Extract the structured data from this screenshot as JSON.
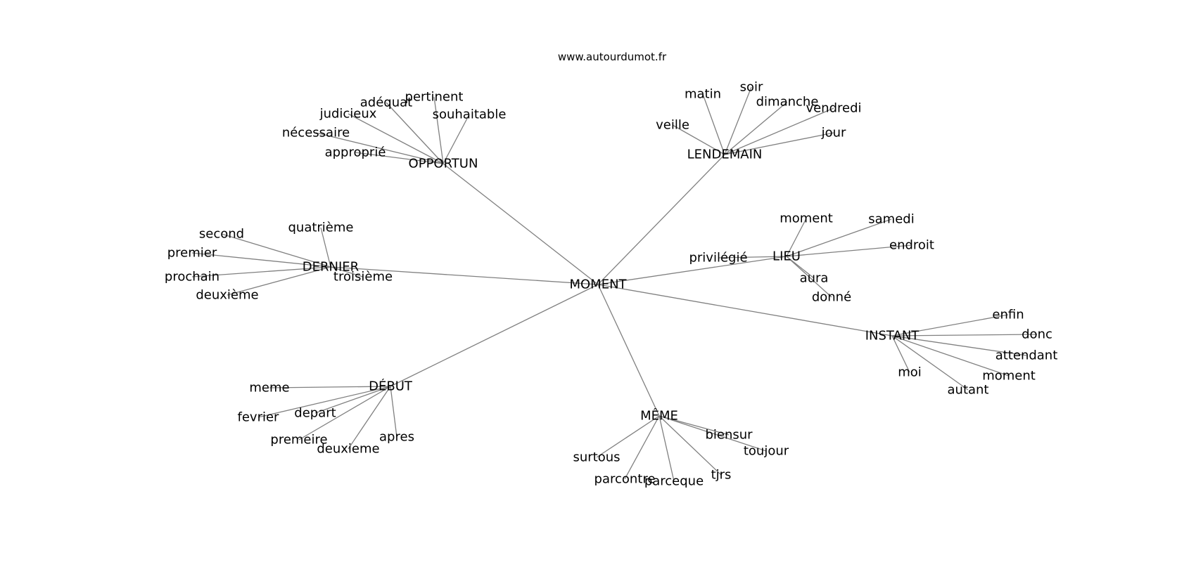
{
  "site": "www.autourdumot.fr",
  "colors": {
    "edge": "#808080",
    "text": "#000000",
    "background": "#ffffff"
  },
  "graph": {
    "center": "MOMENT",
    "clusters": [
      {
        "hub": "OPPORTUN",
        "leaves": [
          "pertinent",
          "adéquat",
          "souhaitable",
          "judicieux",
          "nécessaire",
          "approprié"
        ]
      },
      {
        "hub": "LENDEMAIN",
        "leaves": [
          "matin",
          "soir",
          "dimanche",
          "vendredi",
          "veille",
          "jour"
        ]
      },
      {
        "hub": "DERNIER",
        "leaves": [
          "second",
          "quatrième",
          "premier",
          "prochain",
          "deuxième",
          "troisième"
        ]
      },
      {
        "hub": "LIEU",
        "leaves": [
          "moment",
          "samedi",
          "endroit",
          "privilégié",
          "aura",
          "donné"
        ]
      },
      {
        "hub": "INSTANT",
        "leaves": [
          "enfin",
          "donc",
          "attendant",
          "moment",
          "moi",
          "autant"
        ]
      },
      {
        "hub": "DÉBUT",
        "leaves": [
          "meme",
          "depart",
          "fevrier",
          "premeire",
          "deuxieme",
          "apres"
        ]
      },
      {
        "hub": "MÊME",
        "leaves": [
          "biensur",
          "toujour",
          "surtous",
          "tjrs",
          "parcontre",
          "parceque"
        ]
      }
    ]
  }
}
